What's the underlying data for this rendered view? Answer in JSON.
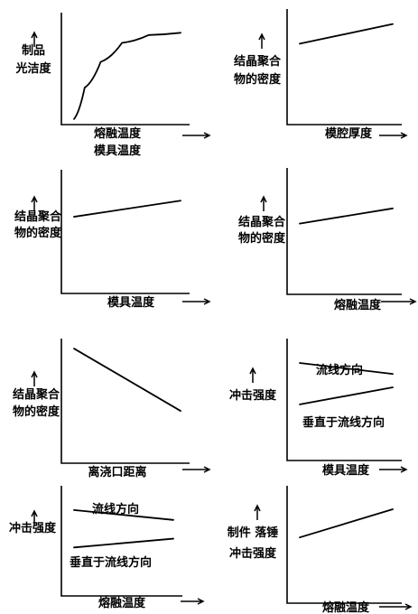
{
  "colors": {
    "ink": "#000000",
    "background": "#ffffff"
  },
  "chart_data": [
    {
      "type": "line",
      "ylabel": [
        "制品",
        "光洁度"
      ],
      "xlabel": [
        "熔融温度",
        "模具温度"
      ],
      "series": [
        {
          "values": [
            [
              0.0,
              0.05
            ],
            [
              0.1,
              0.33
            ],
            [
              0.25,
              0.56
            ],
            [
              0.45,
              0.73
            ],
            [
              0.7,
              0.8
            ],
            [
              1.0,
              0.82
            ]
          ]
        }
      ]
    },
    {
      "type": "line",
      "ylabel": [
        "结晶聚合",
        "物的密度"
      ],
      "xlabel": [
        "模腔厚度"
      ],
      "series": [
        {
          "values": [
            [
              0.0,
              0.7
            ],
            [
              1.0,
              0.87
            ]
          ]
        }
      ]
    },
    {
      "type": "line",
      "ylabel": [
        "结晶聚合",
        "物的密度"
      ],
      "xlabel": [
        "模具温度"
      ],
      "series": [
        {
          "values": [
            [
              0.0,
              0.62
            ],
            [
              1.0,
              0.75
            ]
          ]
        }
      ]
    },
    {
      "type": "line",
      "ylabel": [
        "结晶聚合",
        "物的密度"
      ],
      "xlabel": [
        "熔融温度"
      ],
      "series": [
        {
          "values": [
            [
              0.0,
              0.56
            ],
            [
              1.0,
              0.68
            ]
          ]
        }
      ]
    },
    {
      "type": "line",
      "ylabel": [
        "结晶聚合",
        "物的密度"
      ],
      "xlabel": [
        "离浇口距离"
      ],
      "series": [
        {
          "values": [
            [
              0.0,
              0.92
            ],
            [
              1.0,
              0.42
            ]
          ]
        }
      ]
    },
    {
      "type": "line",
      "ylabel": [
        "冲击强度"
      ],
      "xlabel": [
        "模具温度"
      ],
      "series": [
        {
          "name": "流线方向",
          "values": [
            [
              0.0,
              0.8
            ],
            [
              1.0,
              0.71
            ]
          ]
        },
        {
          "name": "垂直于流线方向",
          "values": [
            [
              0.0,
              0.46
            ],
            [
              1.0,
              0.6
            ]
          ]
        }
      ]
    },
    {
      "type": "line",
      "ylabel": [
        "冲击强度"
      ],
      "xlabel": [
        "熔融温度"
      ],
      "series": [
        {
          "name": "流线方向",
          "values": [
            [
              0.0,
              0.78
            ],
            [
              1.0,
              0.69
            ]
          ]
        },
        {
          "name": "垂直于流线方向",
          "values": [
            [
              0.0,
              0.44
            ],
            [
              1.0,
              0.52
            ]
          ]
        }
      ]
    },
    {
      "type": "line",
      "ylabel": [
        "制件 落锤",
        "冲击强度"
      ],
      "xlabel": [
        "熔融温度"
      ],
      "series": [
        {
          "values": [
            [
              0.0,
              0.56
            ],
            [
              1.0,
              0.8
            ]
          ]
        }
      ]
    }
  ]
}
